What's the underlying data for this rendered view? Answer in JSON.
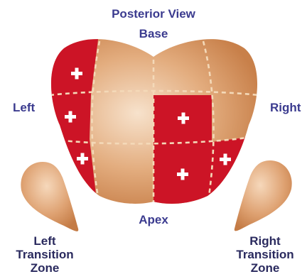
{
  "labels": {
    "title": "Posterior View",
    "base": "Base",
    "left": "Left",
    "right": "Right",
    "apex": "Apex",
    "left_tz": [
      "Left",
      "Transition",
      "Zone"
    ],
    "right_tz": [
      "Right",
      "Transition",
      "Zone"
    ]
  },
  "marker": "+",
  "colors": {
    "label_blue": "#3b3b8f",
    "label_dark": "#2a2a5e",
    "positive_zone": "#cc1426",
    "tissue_light": "#f6dcc2",
    "tissue_mid": "#dea070",
    "tissue_dark": "#c47b45",
    "grid_line": "#f4d9b8"
  },
  "zones": {
    "positive": [
      "left-base",
      "left-mid",
      "left-apex",
      "right-medial-mid",
      "right-medial-apex",
      "right-lateral-apex"
    ]
  }
}
